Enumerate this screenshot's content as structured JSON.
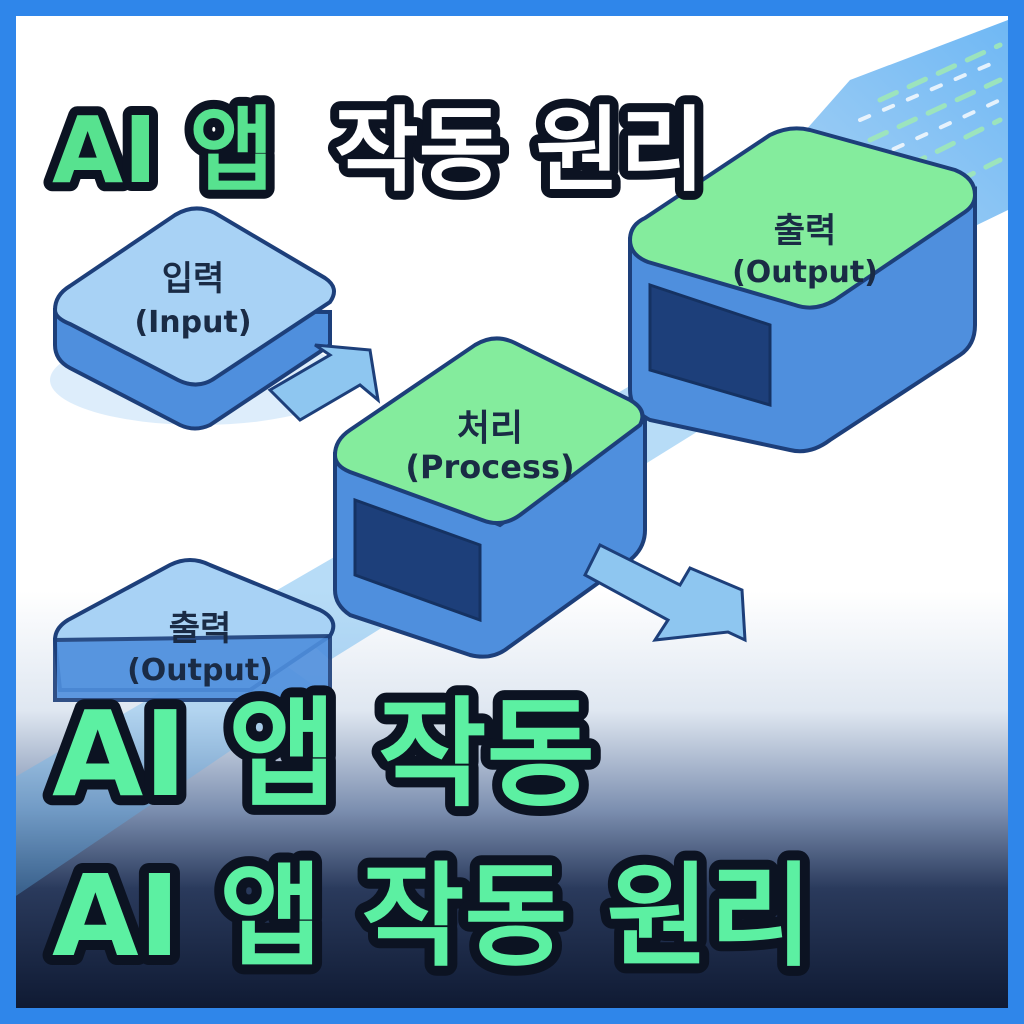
{
  "header": {
    "title_prefix": "AI 앱",
    "title_suffix": "작동 원리"
  },
  "nodes": {
    "input": {
      "label_ko": "입력",
      "label_en": "(Input)"
    },
    "process": {
      "label_ko": "처리",
      "label_en": "(Process)"
    },
    "output": {
      "label_ko": "출력",
      "label_en": "(Output)"
    },
    "output_partial": {
      "label_ko": "출력",
      "label_en": "(Output)"
    }
  },
  "footer": {
    "line1": "AI 앱 작동",
    "line2": "AI 앱 작동 원리"
  },
  "colors": {
    "frame": "#2f86ea",
    "title_green": "#57e28f",
    "title_white": "#ffffff",
    "node_green": "#84ec9d",
    "node_blue": "#5b9be0",
    "node_light": "#a8d2f5",
    "footer_green": "#5cf0a2"
  }
}
